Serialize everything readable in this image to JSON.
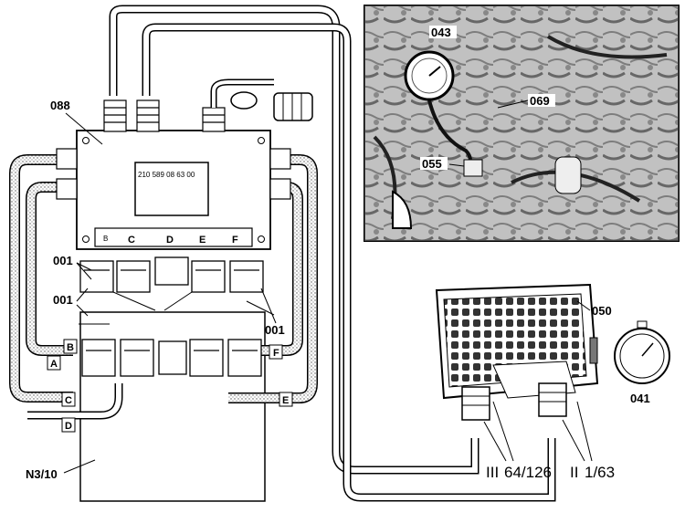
{
  "callouts": {
    "adapter_box": "088",
    "pressure_gauge": "043",
    "fitting": "069",
    "valve": "055",
    "tester": "050",
    "stopwatch": "041",
    "control_unit": "N3/10",
    "cable_left_top": "001",
    "cable_left_mid": "001",
    "cable_right": "001"
  },
  "adapter": {
    "serial": "210 589 08 63 00",
    "sockets": [
      "B",
      "C",
      "D",
      "E",
      "F"
    ]
  },
  "harness_tags": [
    "A",
    "B",
    "C",
    "D",
    "E",
    "F"
  ],
  "connectors": {
    "left_roman": "III",
    "left_label": "64/126",
    "right_roman": "II",
    "right_label": "1/63"
  },
  "colors": {
    "line": "#000000",
    "hose_fill": "#d6d6d6",
    "photo_bg": "#c9c9c9"
  }
}
